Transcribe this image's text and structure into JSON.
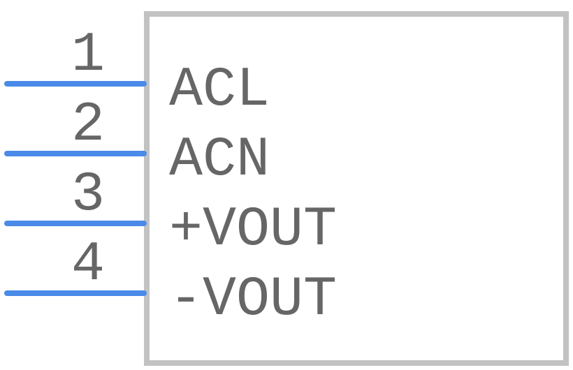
{
  "component": {
    "colors": {
      "outline": "#c2c2c2",
      "pin": "#4a8ae8",
      "text": "#666666",
      "background": "#ffffff"
    },
    "pins": [
      {
        "number": "1",
        "name": "ACL"
      },
      {
        "number": "2",
        "name": "ACN"
      },
      {
        "number": "3",
        "name": "+VOUT"
      },
      {
        "number": "4",
        "name": "-VOUT"
      }
    ]
  }
}
